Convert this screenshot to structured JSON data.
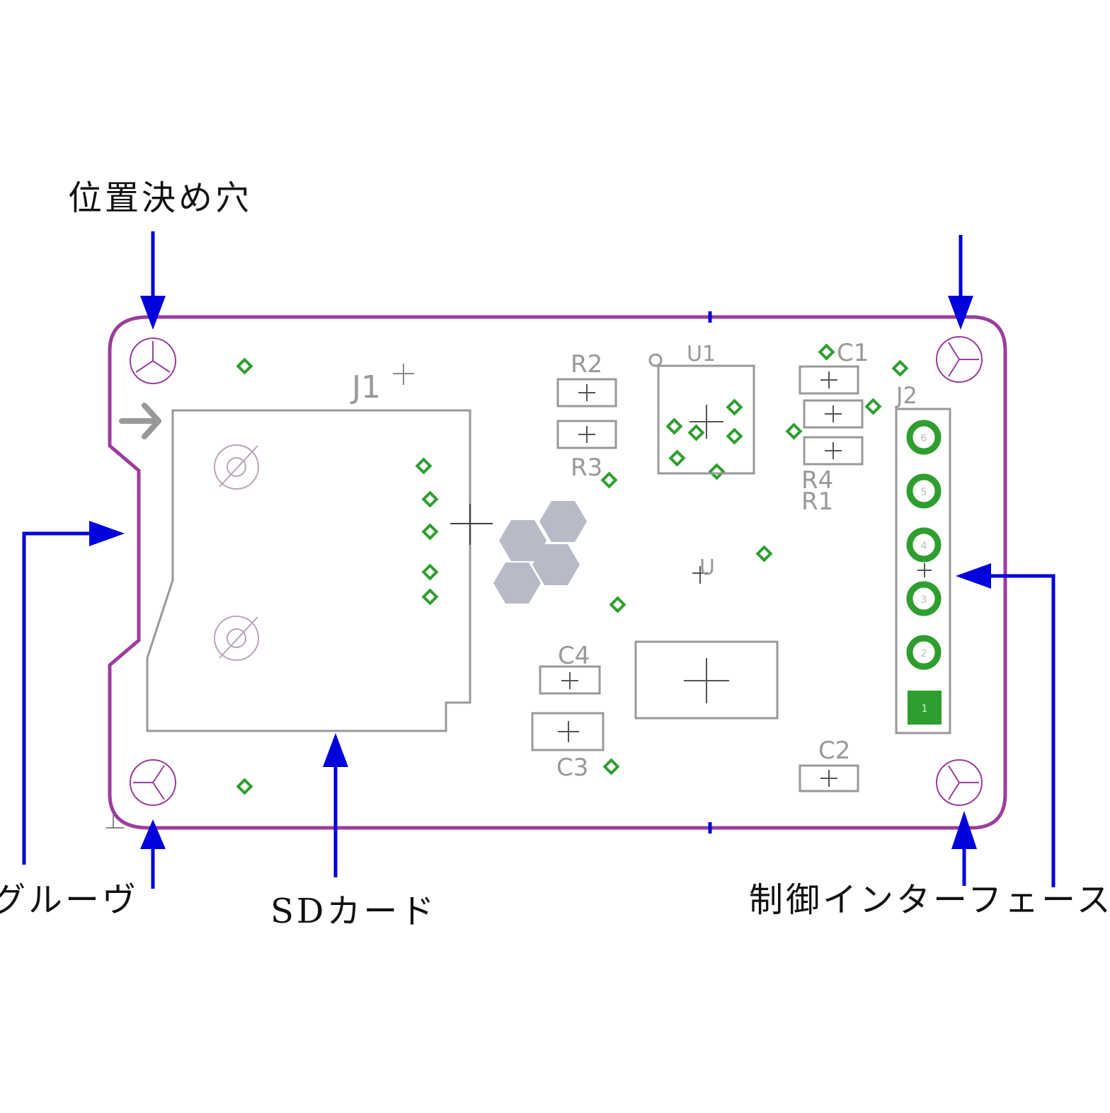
{
  "callouts": {
    "positioning_hole": "位置決め穴",
    "groove": "グルーヴ",
    "sd_card": "SDカード",
    "control_interface": "制御インターフェース"
  },
  "silkscreen": {
    "j1": "J1",
    "j2": "J2",
    "r1": "R1",
    "r2": "R2",
    "r3": "R3",
    "r4": "R4",
    "c1": "C1",
    "c2": "C2",
    "c3": "C3",
    "c4": "C4",
    "u1": "U1",
    "u": "U"
  },
  "j2_pins": [
    "6",
    "5",
    "4",
    "3",
    "2",
    "1"
  ],
  "colors": {
    "board_outline": "#9b3d9b",
    "arrow": "#0000dd",
    "pad_green": "#2e9e2e",
    "silkscreen": "#888888",
    "hex_logo": "#b8bac8"
  }
}
